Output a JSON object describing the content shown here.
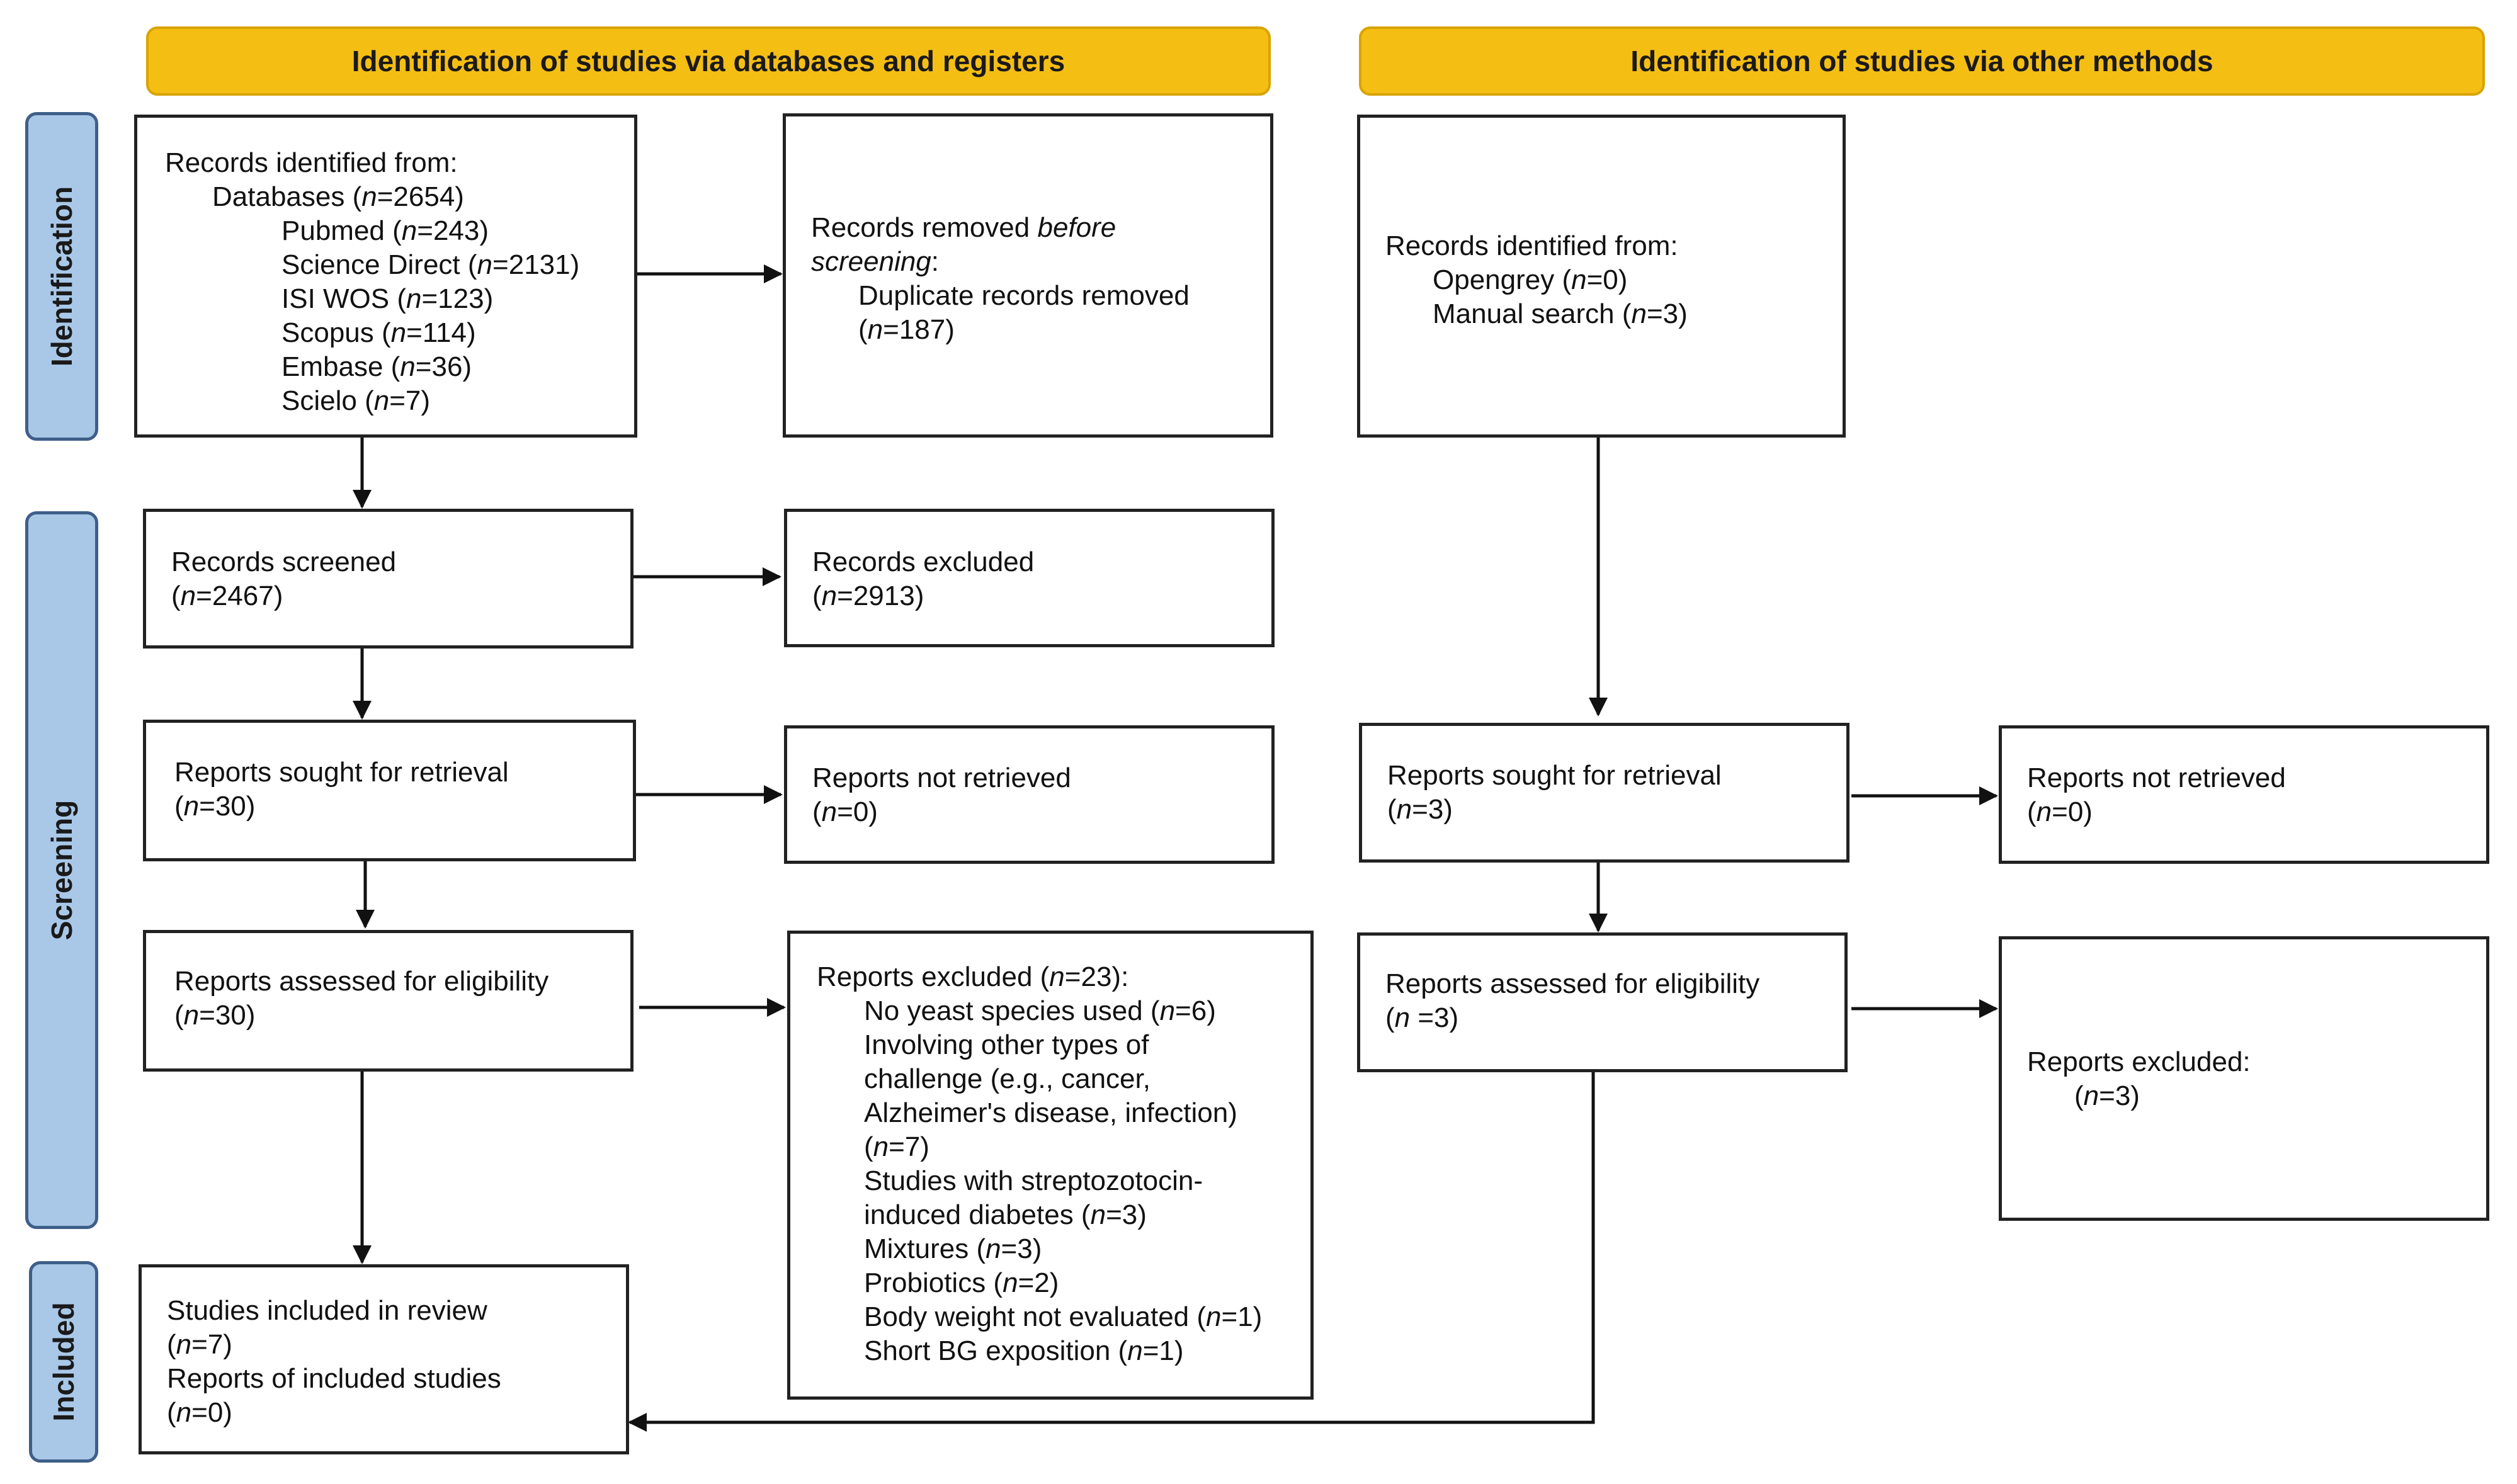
{
  "headers": {
    "databases": "Identification of studies via databases and registers",
    "other": "Identification of studies via other methods"
  },
  "phases": {
    "identification": "Identification",
    "screening": "Screening",
    "included": "Included"
  },
  "left": {
    "records_identified": {
      "title": "Records identified from:",
      "databases": "Databases (n=2654)",
      "sources": [
        "Pubmed (n=243)",
        "Science Direct (n=2131)",
        "ISI WOS (n=123)",
        "Scopus (n=114)",
        "Embase (n=36)",
        "Scielo (n=7)"
      ]
    },
    "records_removed": {
      "line1": "Records removed before",
      "line2": "screening:",
      "line3": "Duplicate records removed",
      "line4": "(n=187)"
    },
    "records_screened": {
      "title": "Records screened",
      "count": "(n=2467)"
    },
    "records_excluded": {
      "title": "Records excluded",
      "count": "(n=2913)"
    },
    "reports_sought": {
      "title": "Reports sought for retrieval",
      "count": "(n=30)"
    },
    "reports_not_retrieved": {
      "title": "Reports not retrieved",
      "count": "(n=0)"
    },
    "reports_assessed": {
      "title": "Reports assessed for eligibility",
      "count": "(n=30)"
    },
    "reports_excluded": {
      "title": "Reports excluded (n=23):",
      "lines": [
        "No yeast species used (n=6)",
        "Involving other types of",
        "challenge (e.g., cancer,",
        "Alzheimer's disease, infection)",
        "(n=7)",
        "Studies with streptozotocin-",
        "induced diabetes (n=3)",
        "Mixtures (n=3)",
        "Probiotics (n=2)",
        "Body weight not evaluated (n=1)",
        "Short BG exposition (n=1)"
      ]
    },
    "included": {
      "line1": "Studies included in review",
      "line2": "(n=7)",
      "line3": "Reports of included studies",
      "line4": "(n=0)"
    }
  },
  "right": {
    "records_identified": {
      "title": "Records identified from:",
      "sources": [
        "Opengrey (n=0)",
        "Manual search (n=3)"
      ]
    },
    "reports_sought": {
      "title": "Reports sought for retrieval",
      "count": "(n=3)"
    },
    "reports_not_retrieved": {
      "title": "Reports not retrieved",
      "count": "(n=0)"
    },
    "reports_assessed": {
      "title": "Reports assessed for eligibility",
      "count": "(n =3)"
    },
    "reports_excluded": {
      "title": "Reports excluded:",
      "count": "(n=3)"
    }
  }
}
